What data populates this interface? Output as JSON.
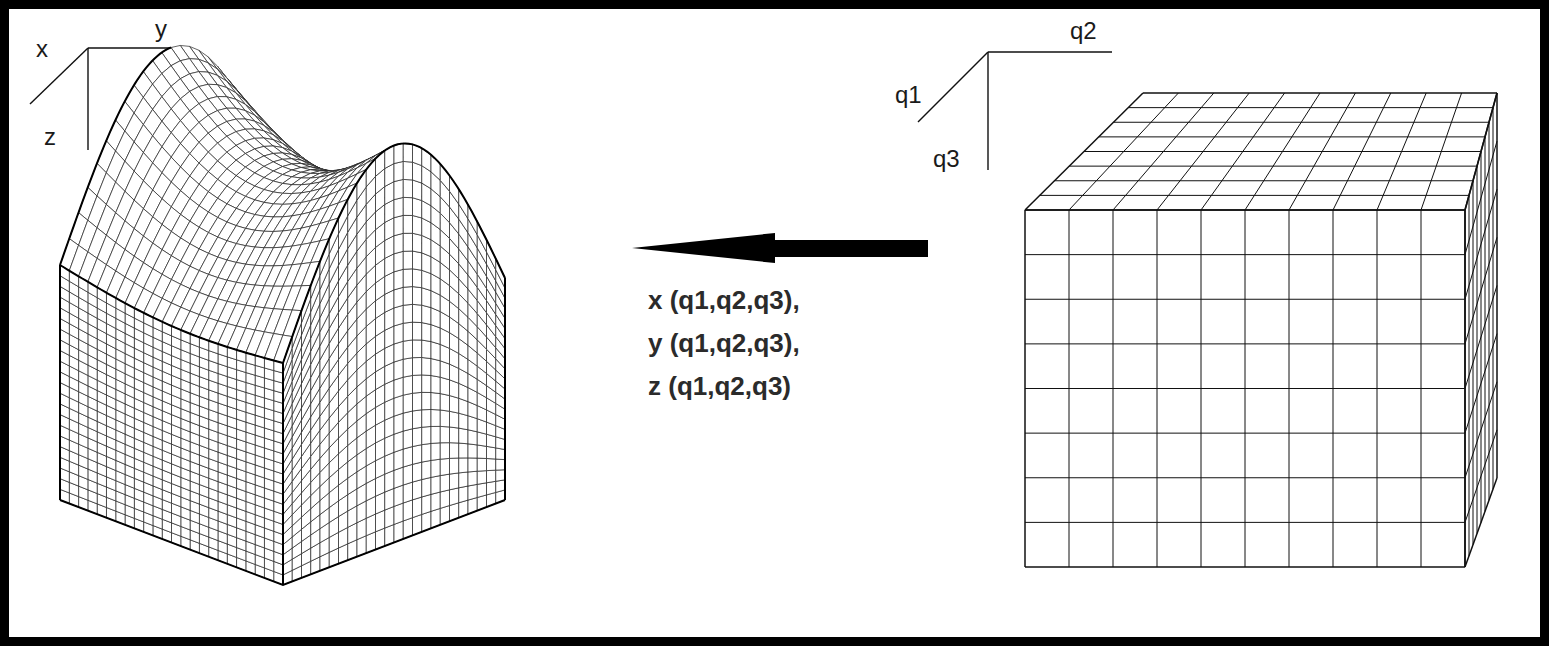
{
  "diagram": {
    "labels": [
      "x",
      "y",
      "z",
      "q1",
      "q2",
      "q3",
      "x (q1,q2,q3),",
      "y (q1,q2,q3),",
      "z (q1,q2,q3)"
    ]
  }
}
